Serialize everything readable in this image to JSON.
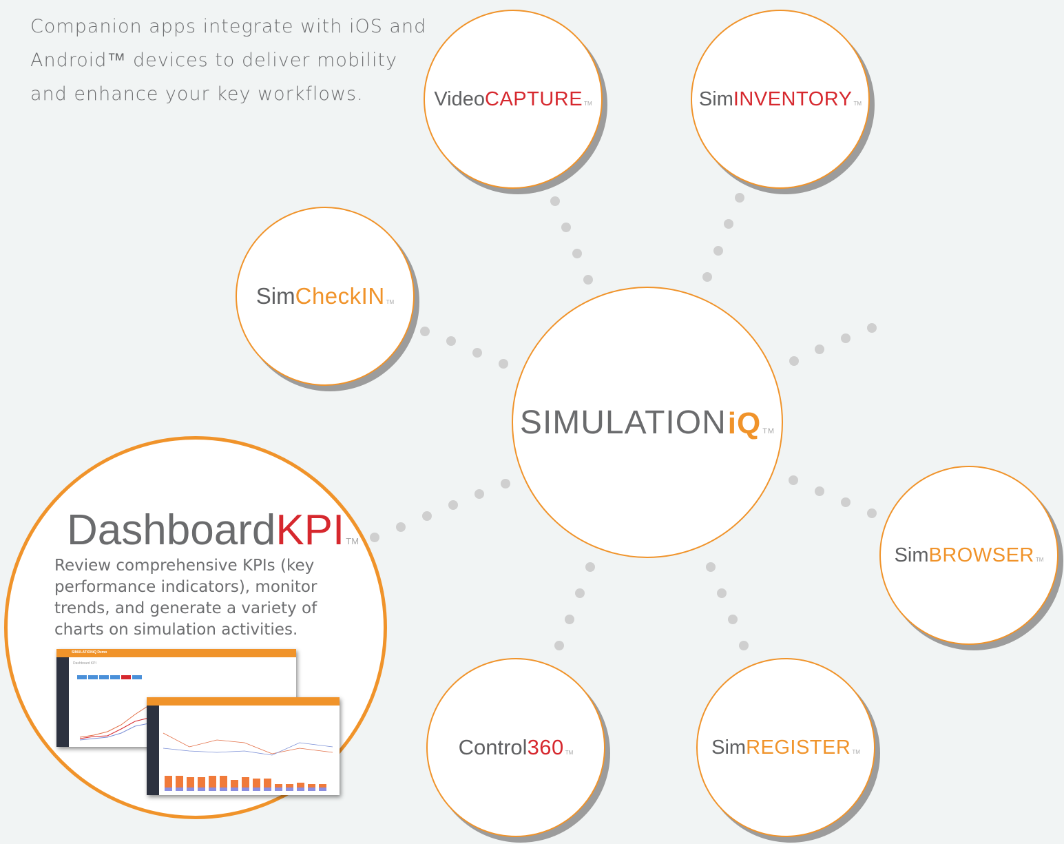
{
  "intro": {
    "line1": "Companion apps integrate with iOS and",
    "line2": "Android™ devices to deliver mobility",
    "line3": "and enhance your key workflows."
  },
  "hub": {
    "prefix": "SIMULATION",
    "accent": "iQ",
    "tm": "TM"
  },
  "apps": {
    "videocapture": {
      "prefix": "Video",
      "accent": "CAPTURE",
      "tm": "TM"
    },
    "siminventory": {
      "prefix": "Sim",
      "accent": "INVENTORY",
      "tm": "TM"
    },
    "simcheckin": {
      "prefix": "Sim",
      "accent": "CheckIN",
      "tm": "TM"
    },
    "simbrowser": {
      "prefix": "Sim",
      "accent": "BROWSER",
      "tm": "TM"
    },
    "control360": {
      "prefix": "Control",
      "accent": "360",
      "tm": "TM"
    },
    "simregister": {
      "prefix": "Sim",
      "accent": "REGISTER",
      "tm": "TM"
    }
  },
  "dashboard": {
    "prefix": "Dashboard",
    "accent": "KPI",
    "tm": "TM",
    "desc1": "Review comprehensive KPIs (key",
    "desc2": "performance indicators), monitor",
    "desc3": "trends, and generate a variety of",
    "desc4": "charts on simulation activities.",
    "screenshot_back_title": "SIMULATIONiQ Demo",
    "screenshot_back_crumb": "Dashboard KPI"
  },
  "colors": {
    "orange": "#f0932a",
    "red": "#d6282e",
    "gray_text": "#6d6e70",
    "dot": "#cfcfcf",
    "background": "#f1f4f4"
  }
}
